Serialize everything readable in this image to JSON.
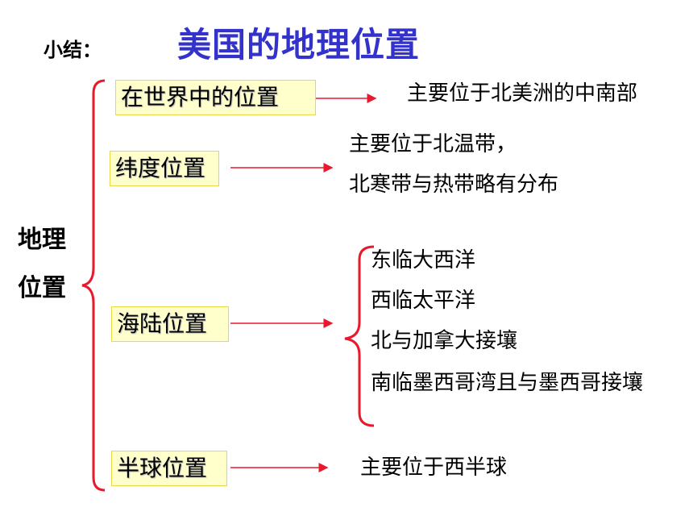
{
  "header": {
    "summary_label": "小结：",
    "title": "美国的地理位置"
  },
  "root": {
    "line1": "地理",
    "line2": "位置"
  },
  "nodes": [
    {
      "label": "在世界中的位置",
      "details": [
        "主要位于北美洲的中南部"
      ]
    },
    {
      "label": "纬度位置",
      "details": [
        "主要位于北温带，",
        "北寒带与热带略有分布"
      ]
    },
    {
      "label": "海陆位置",
      "details": [
        "东临大西洋",
        "西临太平洋",
        "北与加拿大接壤",
        "南临墨西哥湾且与墨西哥接壤"
      ]
    },
    {
      "label": "半球位置",
      "details": [
        "主要位于西半球"
      ]
    }
  ],
  "colors": {
    "title": "#3333cc",
    "brace": "#e8192c",
    "arrow": "#e8192c",
    "box_fill": "#ffffcc",
    "box_border": "#e8d84a"
  }
}
